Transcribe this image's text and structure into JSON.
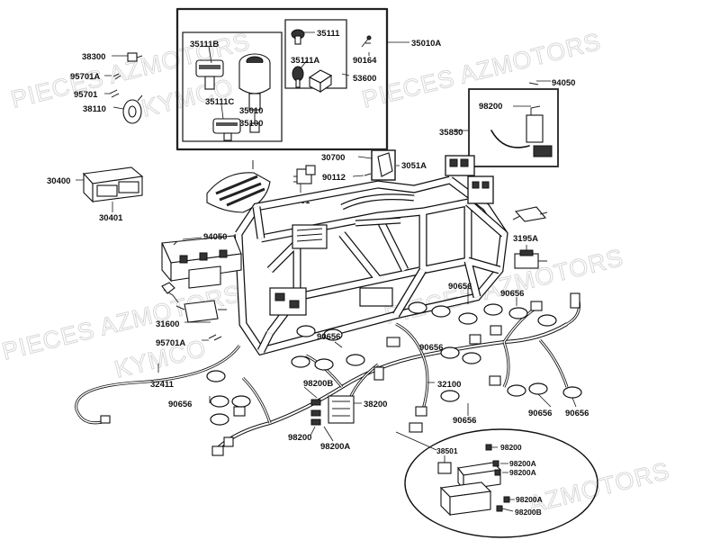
{
  "watermark": {
    "text_1": "PIECES AZMOTORS",
    "text_2": "KYMCO",
    "text_3": "AZMOTORS"
  },
  "labels": {
    "l38300": "38300",
    "l95701A_top": "95701A",
    "l95701": "95701",
    "l38110": "38110",
    "l35111B": "35111B",
    "l35111C": "35111C",
    "l35111": "35111",
    "l35111A": "35111A",
    "l90164": "90164",
    "l53600": "53600",
    "l35010": "35010",
    "l35100": "35100",
    "l35010A": "35010A",
    "l94050_top": "94050",
    "l98200_top": "98200",
    "l35850": "35850",
    "l30700": "30700",
    "l3051A": "3051A",
    "l90112": "90112",
    "l30400": "30400",
    "l30401": "30401",
    "l31601": "31601",
    "l94050_mid": "94050",
    "l3195A": "3195A",
    "l31600": "31600",
    "l95701A_bot": "95701A",
    "l32411": "32411",
    "l90656_a": "90656",
    "l90656_b": "90656",
    "l90656_c": "90656",
    "l90656_d": "90656",
    "l90656_e": "90656",
    "l90656_f": "90656",
    "l90656_g": "90656",
    "l90656_h": "90656",
    "l32100": "32100",
    "l98200B": "98200B",
    "l38200": "38200",
    "l98200_bot": "98200",
    "l98200A_bot": "98200A",
    "l38501": "38501",
    "l98200_c": "98200",
    "l98200A_c1": "98200A",
    "l98200A_c2": "98200A",
    "l98200A_c3": "98200A",
    "l98200B_c": "98200B"
  }
}
